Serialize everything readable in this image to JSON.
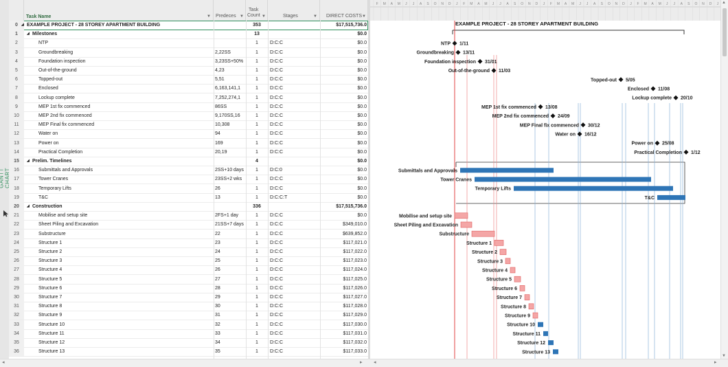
{
  "side_label": "GANTT CHART",
  "columns": {
    "task_name": "Task Name",
    "predecessors": "Predeces",
    "task_count_1": "Task",
    "task_count_2": "Count",
    "stages": "Stages",
    "direct_costs": "DIRECT COSTS"
  },
  "timescale_letters": [
    "F",
    "M",
    "A",
    "M",
    "J",
    "J",
    "A",
    "S",
    "O",
    "N",
    "D",
    "J",
    "F",
    "M",
    "A",
    "M",
    "J",
    "J",
    "A",
    "S",
    "O",
    "N",
    "D",
    "J",
    "F",
    "M",
    "A",
    "M",
    "J",
    "J",
    "A",
    "S",
    "O",
    "N",
    "D",
    "J",
    "F",
    "M",
    "A",
    "M",
    "J",
    "J",
    "A",
    "S",
    "O",
    "N",
    "D",
    "J"
  ],
  "rows": [
    {
      "n": "0",
      "name": "EXAMPLE PROJECT - 28 STOREY APARTMENT BUILDING",
      "pred": "",
      "count": "353",
      "stage": "",
      "cost": "$17,515,736.0",
      "level": 0,
      "summary": true
    },
    {
      "n": "1",
      "name": "Milestones",
      "pred": "",
      "count": "13",
      "stage": "",
      "cost": "$0.0",
      "level": 1,
      "summary": true
    },
    {
      "n": "2",
      "name": "NTP",
      "pred": "",
      "count": "1",
      "stage": "D:C:C",
      "cost": "$0.0",
      "level": 2
    },
    {
      "n": "3",
      "name": "Groundbreaking",
      "pred": "2,22SS",
      "count": "1",
      "stage": "D:C:C",
      "cost": "$0.0",
      "level": 2
    },
    {
      "n": "4",
      "name": "Foundation inspection",
      "pred": "3,23SS+50%",
      "count": "1",
      "stage": "D:C:C",
      "cost": "$0.0",
      "level": 2
    },
    {
      "n": "5",
      "name": "Out-of-the-ground",
      "pred": "4,23",
      "count": "1",
      "stage": "D:C:C",
      "cost": "$0.0",
      "level": 2
    },
    {
      "n": "6",
      "name": "Topped-out",
      "pred": "5,51",
      "count": "1",
      "stage": "D:C:C",
      "cost": "$0.0",
      "level": 2
    },
    {
      "n": "7",
      "name": "Enclosed",
      "pred": "6,163,141,1",
      "count": "1",
      "stage": "D:C:C",
      "cost": "$0.0",
      "level": 2
    },
    {
      "n": "8",
      "name": "Lockup complete",
      "pred": "7,252,274,1",
      "count": "1",
      "stage": "D:C:C",
      "cost": "$0.0",
      "level": 2
    },
    {
      "n": "9",
      "name": "MEP 1st fix commenced",
      "pred": "86SS",
      "count": "1",
      "stage": "D:C:C",
      "cost": "$0.0",
      "level": 2
    },
    {
      "n": "10",
      "name": "MEP 2nd fix commenced",
      "pred": "9,170SS,16",
      "count": "1",
      "stage": "D:C:C",
      "cost": "$0.0",
      "level": 2
    },
    {
      "n": "11",
      "name": "MEP Final fix commenced",
      "pred": "10,308",
      "count": "1",
      "stage": "D:C:C",
      "cost": "$0.0",
      "level": 2
    },
    {
      "n": "12",
      "name": "Water on",
      "pred": "94",
      "count": "1",
      "stage": "D:C:C",
      "cost": "$0.0",
      "level": 2
    },
    {
      "n": "13",
      "name": "Power on",
      "pred": "169",
      "count": "1",
      "stage": "D:C:C",
      "cost": "$0.0",
      "level": 2
    },
    {
      "n": "14",
      "name": "Practical Completion",
      "pred": "20,19",
      "count": "1",
      "stage": "D:C:C",
      "cost": "$0.0",
      "level": 2
    },
    {
      "n": "15",
      "name": "Prelim. Timelines",
      "pred": "",
      "count": "4",
      "stage": "",
      "cost": "$0.0",
      "level": 1,
      "summary": true
    },
    {
      "n": "16",
      "name": "Submittals and Approvals",
      "pred": "2SS+10 days",
      "count": "1",
      "stage": "D:C:0",
      "cost": "$0.0",
      "level": 2
    },
    {
      "n": "17",
      "name": "Tower Cranes",
      "pred": "23SS+2 wks",
      "count": "1",
      "stage": "D:C:C",
      "cost": "$0.0",
      "level": 2
    },
    {
      "n": "18",
      "name": "Temporary Lifts",
      "pred": "26",
      "count": "1",
      "stage": "D:C:C",
      "cost": "$0.0",
      "level": 2
    },
    {
      "n": "19",
      "name": "T&C",
      "pred": "13",
      "count": "1",
      "stage": "D:C:C:T",
      "cost": "$0.0",
      "level": 2
    },
    {
      "n": "20",
      "name": "Construction",
      "pred": "",
      "count": "336",
      "stage": "",
      "cost": "$17,515,736.0",
      "level": 1,
      "summary": true
    },
    {
      "n": "21",
      "name": "Mobilise and setup site",
      "pred": "2FS+1 day",
      "count": "1",
      "stage": "D:C:C",
      "cost": "$0.0",
      "level": 2
    },
    {
      "n": "22",
      "name": "Sheet Piling and Excavation",
      "pred": "21SS+7 days",
      "count": "1",
      "stage": "D:C:C",
      "cost": "$349,010.0",
      "level": 2
    },
    {
      "n": "23",
      "name": "Substructure",
      "pred": "22",
      "count": "1",
      "stage": "D:C:C",
      "cost": "$639,852.0",
      "level": 2
    },
    {
      "n": "24",
      "name": "Structure 1",
      "pred": "23",
      "count": "1",
      "stage": "D:C:C",
      "cost": "$117,021.0",
      "level": 2
    },
    {
      "n": "25",
      "name": "Structure 2",
      "pred": "24",
      "count": "1",
      "stage": "D:C:C",
      "cost": "$117,022.0",
      "level": 2
    },
    {
      "n": "26",
      "name": "Structure 3",
      "pred": "25",
      "count": "1",
      "stage": "D:C:C",
      "cost": "$117,023.0",
      "level": 2
    },
    {
      "n": "27",
      "name": "Structure 4",
      "pred": "26",
      "count": "1",
      "stage": "D:C:C",
      "cost": "$117,024.0",
      "level": 2
    },
    {
      "n": "28",
      "name": "Structure 5",
      "pred": "27",
      "count": "1",
      "stage": "D:C:C",
      "cost": "$117,025.0",
      "level": 2
    },
    {
      "n": "29",
      "name": "Structure 6",
      "pred": "28",
      "count": "1",
      "stage": "D:C:C",
      "cost": "$117,026.0",
      "level": 2
    },
    {
      "n": "30",
      "name": "Structure 7",
      "pred": "29",
      "count": "1",
      "stage": "D:C:C",
      "cost": "$117,027.0",
      "level": 2
    },
    {
      "n": "31",
      "name": "Structure 8",
      "pred": "30",
      "count": "1",
      "stage": "D:C:C",
      "cost": "$117,028.0",
      "level": 2
    },
    {
      "n": "32",
      "name": "Structure 9",
      "pred": "31",
      "count": "1",
      "stage": "D:C:C",
      "cost": "$117,029.0",
      "level": 2
    },
    {
      "n": "33",
      "name": "Structure 10",
      "pred": "32",
      "count": "1",
      "stage": "D:C:C",
      "cost": "$117,030.0",
      "level": 2
    },
    {
      "n": "34",
      "name": "Structure 11",
      "pred": "33",
      "count": "1",
      "stage": "D:C:C",
      "cost": "$117,031.0",
      "level": 2
    },
    {
      "n": "35",
      "name": "Structure 12",
      "pred": "34",
      "count": "1",
      "stage": "D:C:C",
      "cost": "$117,032.0",
      "level": 2
    },
    {
      "n": "36",
      "name": "Structure 13",
      "pred": "35",
      "count": "1",
      "stage": "D:C:C",
      "cost": "$117,033.0",
      "level": 2
    }
  ],
  "gantt": {
    "project_label": "EXAMPLE PROJECT - 28 STOREY APARTMENT BUILDING",
    "milestones": [
      {
        "row": 2,
        "label": "NTP",
        "date": "1/11"
      },
      {
        "row": 3,
        "label": "Groundbreaking",
        "date": "13/11"
      },
      {
        "row": 4,
        "label": "Foundation inspection",
        "date": "31/01"
      },
      {
        "row": 5,
        "label": "Out-of-the-ground",
        "date": "11/03"
      },
      {
        "row": 6,
        "label": "Topped-out",
        "date": "5/05"
      },
      {
        "row": 7,
        "label": "Enclosed",
        "date": "11/08"
      },
      {
        "row": 8,
        "label": "Lockup complete",
        "date": "20/10"
      },
      {
        "row": 9,
        "label": "MEP 1st fix commenced",
        "date": "13/08"
      },
      {
        "row": 10,
        "label": "MEP 2nd fix commenced",
        "date": "24/09"
      },
      {
        "row": 11,
        "label": "MEP Final fix commenced",
        "date": "30/12"
      },
      {
        "row": 12,
        "label": "Water on",
        "date": "16/12"
      },
      {
        "row": 13,
        "label": "Power on",
        "date": "25/08"
      },
      {
        "row": 14,
        "label": "Practical Completion",
        "date": "1/12"
      }
    ],
    "bars": [
      {
        "row": 16,
        "label": "Submittals and Approvals",
        "kind": "blue"
      },
      {
        "row": 17,
        "label": "Tower Cranes",
        "kind": "blue"
      },
      {
        "row": 18,
        "label": "Temporary Lifts",
        "kind": "blue"
      },
      {
        "row": 19,
        "label": "T&C",
        "kind": "blue"
      },
      {
        "row": 21,
        "label": "Mobilise and setup site",
        "kind": "red"
      },
      {
        "row": 22,
        "label": "Sheet Piling and Excavation",
        "kind": "red"
      },
      {
        "row": 23,
        "label": "Substructure",
        "kind": "red"
      },
      {
        "row": 24,
        "label": "Structure 1",
        "kind": "red"
      },
      {
        "row": 25,
        "label": "Structure 2",
        "kind": "red"
      },
      {
        "row": 26,
        "label": "Structure 3",
        "kind": "red"
      },
      {
        "row": 27,
        "label": "Structure 4",
        "kind": "red"
      },
      {
        "row": 28,
        "label": "Structure 5",
        "kind": "red"
      },
      {
        "row": 29,
        "label": "Structure 6",
        "kind": "red"
      },
      {
        "row": 30,
        "label": "Structure 7",
        "kind": "red"
      },
      {
        "row": 31,
        "label": "Structure 8",
        "kind": "red"
      },
      {
        "row": 32,
        "label": "Structure 9",
        "kind": "red"
      },
      {
        "row": 33,
        "label": "Structure 10",
        "kind": "blue"
      },
      {
        "row": 34,
        "label": "Structure 11",
        "kind": "blue"
      },
      {
        "row": 35,
        "label": "Structure 12",
        "kind": "blue"
      },
      {
        "row": 36,
        "label": "Structure 13",
        "kind": "blue"
      }
    ]
  },
  "colors": {
    "blue_bar": "#2e75b6",
    "red_bar": "#f4a6a6",
    "red_line": "#e04040",
    "green_accent": "#2f8f5c"
  }
}
